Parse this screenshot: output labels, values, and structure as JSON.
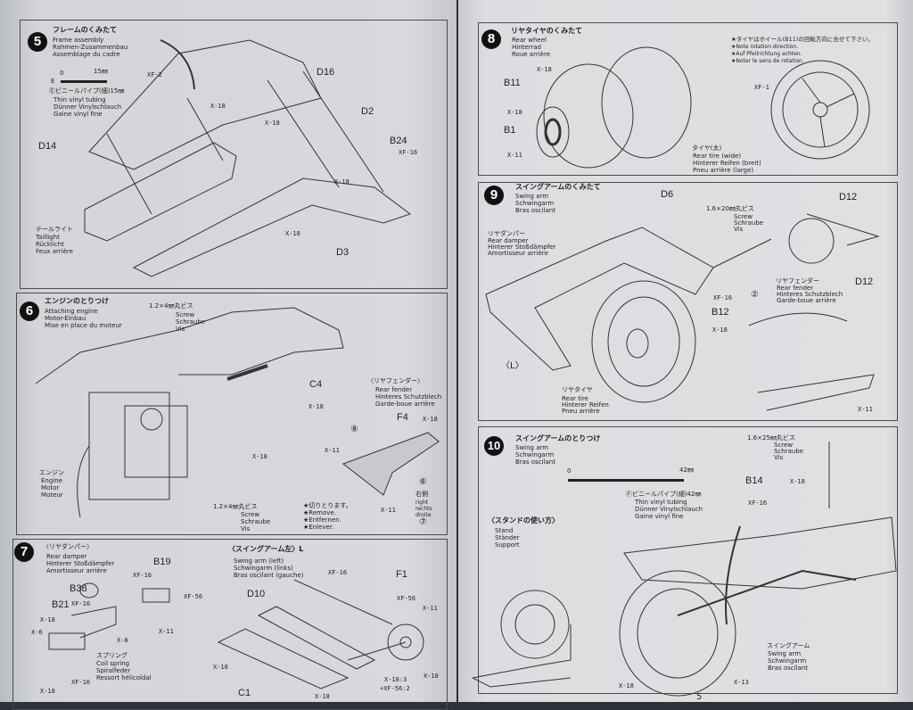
{
  "step5": {
    "number": "5",
    "title_jp": "フレームのくみたて",
    "title": [
      "Frame assembly",
      "Rahmen-Zusammenbau",
      "Assemblage du cadre"
    ],
    "scale": {
      "start": "0",
      "end": "15㎜",
      "marker": "E"
    },
    "tubing": {
      "jp": "Ⓔビニールパイプ(細)15㎜",
      "lines": [
        "Thin vinyl tubing",
        "Dünner Vinylschlauch",
        "Gaine vinyl fine"
      ]
    },
    "parts": {
      "d16": "D16",
      "d2": "D2",
      "d14": "D14",
      "b24": "B24",
      "d3": "D3"
    },
    "paints": {
      "xf2": "XF-2",
      "x18": "X-18",
      "xf16": "XF-16"
    },
    "taillight": {
      "jp": "テールライト",
      "lines": [
        "Taillight",
        "Rücklicht",
        "Feux arrière"
      ]
    }
  },
  "step6": {
    "number": "6",
    "title_jp": "エンジンのとりつけ",
    "title": [
      "Attaching engine",
      "Motor-Einbau",
      "Mise en place du moteur"
    ],
    "screw": {
      "jp": "1.2×4㎜丸ビス",
      "lines": [
        "Screw",
        "Schraube",
        "Vis"
      ]
    },
    "parts": {
      "c4": "C4",
      "f4": "F4"
    },
    "paints": {
      "x18": "X-18",
      "x11": "X-11"
    },
    "fender": {
      "jp": "〈リヤフェンダー〉",
      "lines": [
        "Rear fender",
        "Hinteres Schutzblech",
        "Garde-boue arrière"
      ]
    },
    "markers": {
      "m8": "⑧",
      "m6": "⑥",
      "m7": "⑦"
    },
    "side": {
      "jp": "右側",
      "lines": [
        "right",
        "rechts",
        "droite"
      ]
    },
    "remove": [
      "★切りとります。",
      "★Remove.",
      "★Entfernen.",
      "★Enlever."
    ],
    "engine": {
      "jp": "エンジン",
      "lines": [
        "Engine",
        "Motor",
        "Moteur"
      ]
    }
  },
  "step7": {
    "number": "7",
    "damper": {
      "jp": "〈リヤダンパー〉",
      "lines": [
        "Rear damper",
        "Hinterer Stoßdämpfer",
        "Amortisseur arrière"
      ]
    },
    "swingarm": {
      "jp": "〈スイングアーム左〉L",
      "lines": [
        "Swing arm (left)",
        "Schwingarm (links)",
        "Bras oscilant (gauche)"
      ]
    },
    "spring": {
      "jp": "スプリング",
      "lines": [
        "Coil spring",
        "Spiralfeder",
        "Ressort hélicoïdal"
      ]
    },
    "parts": {
      "b19": "B19",
      "b38": "B38",
      "b21": "B21",
      "d10": "D10",
      "f1": "F1",
      "c1": "C1"
    },
    "paints": {
      "xf16": "XF-16",
      "xf56": "XF-56",
      "x18": "X-18",
      "x6": "X-6",
      "x8": "X-8",
      "x11": "X-11",
      "mix_a": "X-18:3",
      "mix_b": "+XF-56:2"
    }
  },
  "step8": {
    "number": "8",
    "title_jp": "リヤタイヤのくみたて",
    "title": [
      "Rear wheel",
      "Hinterrad",
      "Roue arrière"
    ],
    "parts": {
      "b11": "B11",
      "b1": "B1"
    },
    "paints": {
      "x18": "X-18",
      "x11": "X-11",
      "xf1": "XF-1"
    },
    "tire": {
      "jp": "タイヤ(太)",
      "lines": [
        "Rear tire (wide)",
        "Hinterer Reifen (breit)",
        "Pneu arrière (large)"
      ]
    },
    "note": [
      "★タイヤはホイール(B11)の回転方向に合せて下さい。",
      "★Note rotation direction.",
      "★Auf Pfeilrichtung achten.",
      "★Noter le sens de rotation."
    ]
  },
  "step9": {
    "number": "9",
    "title_jp": "スイングアームのくみたて",
    "title": [
      "Swing arm",
      "Schwingarm",
      "Bras oscilant"
    ],
    "parts": {
      "d6": "D6",
      "d12": "D12",
      "b12": "B12",
      "left": "〈L〉"
    },
    "screw": {
      "jp": "1.6×20㎜丸ビス",
      "lines": [
        "Screw",
        "Schraube",
        "Vis"
      ]
    },
    "damper": {
      "jp": "リヤダンパー",
      "lines": [
        "Rear damper",
        "Hinterer Stoßdämpfer",
        "Amortisseur arrière"
      ]
    },
    "fender": {
      "jp": "リヤフェンダー",
      "lines": [
        "Rear fender",
        "Hinteres Schutzblech",
        "Garde-boue arrière"
      ]
    },
    "marker": "②",
    "paints": {
      "xf16": "XF-16",
      "x18": "X-18",
      "x11": "X-11"
    },
    "tire": {
      "jp": "リヤタイヤ",
      "lines": [
        "Rear tire",
        "Hinterer Reifen",
        "Pneu arrière"
      ]
    }
  },
  "step10": {
    "number": "10",
    "title_jp": "スイングアームのとりつけ",
    "title": [
      "Swing arm",
      "Schwingarm",
      "Bras oscilant"
    ],
    "scale": {
      "start": "0",
      "end": "42㎜"
    },
    "tubing": {
      "jp": "Ⓕビニールパイプ(細)42㎜",
      "lines": [
        "Thin vinyl tubing",
        "Dünner Vinylschlauch",
        "Gaine vinyl fine"
      ]
    },
    "screw": {
      "jp": "1.6×25㎜丸ビス",
      "lines": [
        "Screw",
        "Schraube",
        "Vis"
      ]
    },
    "parts": {
      "b14": "B14"
    },
    "paints": {
      "x18": "X-18",
      "xf16": "XF-16",
      "x13": "X-13"
    },
    "stand": {
      "jp": "〈スタンドの使い方〉",
      "lines": [
        "Stand",
        "Ständer",
        "Support"
      ]
    },
    "swingarm": {
      "jp": "スイングアーム",
      "lines": [
        "Swing arm",
        "Schwingarm",
        "Bras oscilant"
      ]
    }
  },
  "page_number": "5"
}
